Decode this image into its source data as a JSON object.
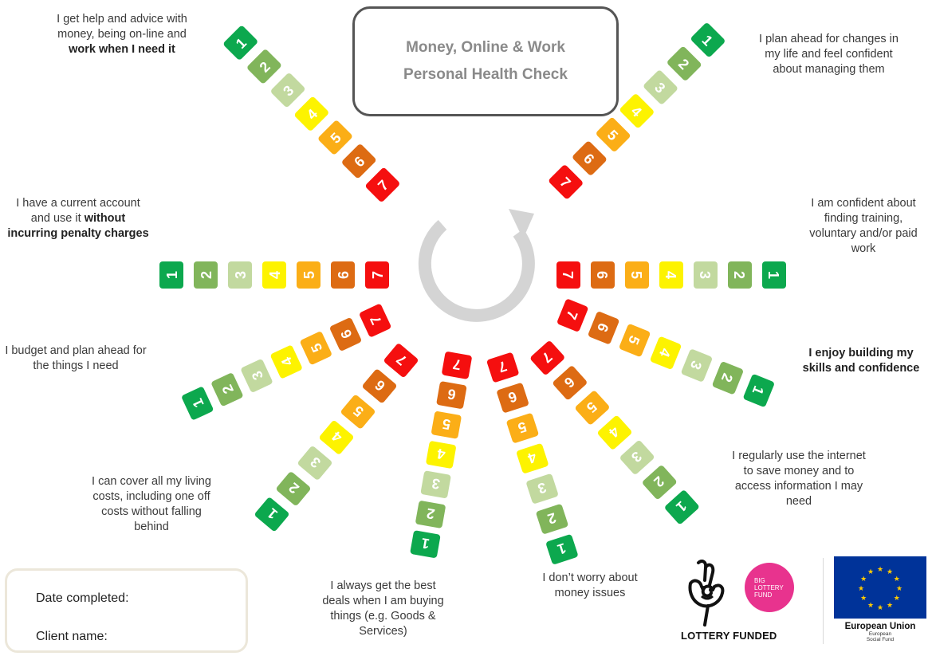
{
  "title": {
    "line1": "Money, Online & Work",
    "line2": "Personal Health Check"
  },
  "scale": {
    "numbers": [
      "1",
      "2",
      "3",
      "4",
      "5",
      "6",
      "7"
    ],
    "colors": [
      "#0ca84e",
      "#81b55b",
      "#c2d99f",
      "#fdf300",
      "#fbae17",
      "#dd6b13",
      "#f50f0f"
    ],
    "text_colors": [
      "#ffffff",
      "#ffffff",
      "#ffffff",
      "#ffffff",
      "#ffffff",
      "#ffffff",
      "#ffffff"
    ]
  },
  "statements": [
    {
      "id": "help-advice",
      "parts": [
        {
          "t": "I get  help and advice with money, being on-line and ",
          "b": false
        },
        {
          "t": "work when I need it",
          "b": true
        }
      ]
    },
    {
      "id": "current-account",
      "parts": [
        {
          "t": "I have a current account and use it ",
          "b": false
        },
        {
          "t": "without incurring penalty charges",
          "b": true
        }
      ]
    },
    {
      "id": "budget",
      "parts": [
        {
          "t": "I  budget and  plan ahead for the things I need",
          "b": false
        }
      ]
    },
    {
      "id": "living-costs",
      "parts": [
        {
          "t": "I can cover all my living costs, including one off costs without falling behind",
          "b": false
        }
      ]
    },
    {
      "id": "best-deals",
      "parts": [
        {
          "t": "I always get the best deals when I am buying things (e.g. Goods & Services)",
          "b": false
        }
      ]
    },
    {
      "id": "money-issues",
      "parts": [
        {
          "t": "I don’t worry about money issues",
          "b": false
        }
      ]
    },
    {
      "id": "internet",
      "parts": [
        {
          "t": "I regularly use the internet  to save money and to access information I may need",
          "b": false
        }
      ]
    },
    {
      "id": "skills",
      "parts": [
        {
          "t": "I enjoy building my skills and confidence",
          "b": true
        }
      ]
    },
    {
      "id": "training",
      "parts": [
        {
          "t": "I am confident about finding training, voluntary and/or paid work",
          "b": false
        }
      ]
    },
    {
      "id": "plan-ahead",
      "parts": [
        {
          "t": "I plan ahead for changes in my life and feel confident about managing them",
          "b": false
        }
      ]
    }
  ],
  "form": {
    "date_label": "Date completed:",
    "client_label": "Client name:"
  },
  "logos": {
    "lottery_funded": "LOTTERY FUNDED",
    "big_lottery": [
      "BIG",
      "LOTTERY",
      "FUND"
    ],
    "eu_title": "European Union",
    "eu_sub": [
      "European",
      "Social Fund"
    ]
  }
}
